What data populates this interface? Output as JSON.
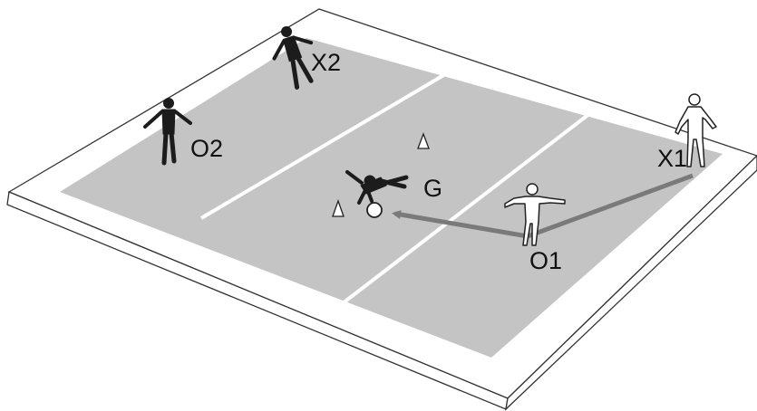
{
  "labels": {
    "x1": "X1",
    "x2": "X2",
    "o1": "O1",
    "o2": "O2",
    "g": "G"
  },
  "colors": {
    "board_fill": "#ffffff",
    "board_stroke": "#333333",
    "field": "#c4c4c4",
    "court_lines": "#ffffff",
    "arrow": "#7a7a7a",
    "attacking_player": "#1c1c1c",
    "defending_player": "#ffffff",
    "cone": "#ffffff",
    "ball": "#ffffff"
  },
  "players": [
    {
      "id": "X1",
      "team": "white",
      "pose": "standing"
    },
    {
      "id": "X2",
      "team": "black",
      "pose": "standing"
    },
    {
      "id": "O1",
      "team": "white",
      "pose": "arms-out"
    },
    {
      "id": "O2",
      "team": "black",
      "pose": "standing"
    },
    {
      "id": "G",
      "team": "black",
      "pose": "diving"
    }
  ],
  "equipment": {
    "cones": 2,
    "balls": 1
  }
}
